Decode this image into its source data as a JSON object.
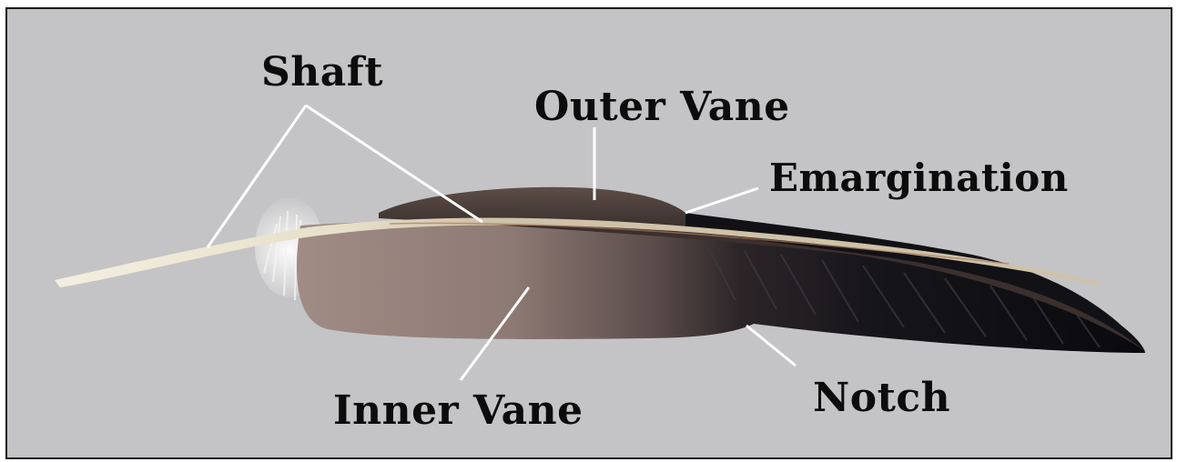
{
  "figure": {
    "background_color": "#c4c4c6",
    "labels": {
      "shaft": "Shaft",
      "outer_vane": "Outer Vane",
      "emargination": "Emargination",
      "inner_vane": "Inner Vane",
      "notch": "Notch"
    },
    "colors": {
      "callout_line": "#ffffff",
      "shaft": "#ece6d2",
      "outer_vane": "#6a5a52",
      "inner_vane_base": "#9a8680",
      "inner_vane_tip": "#101015"
    }
  }
}
